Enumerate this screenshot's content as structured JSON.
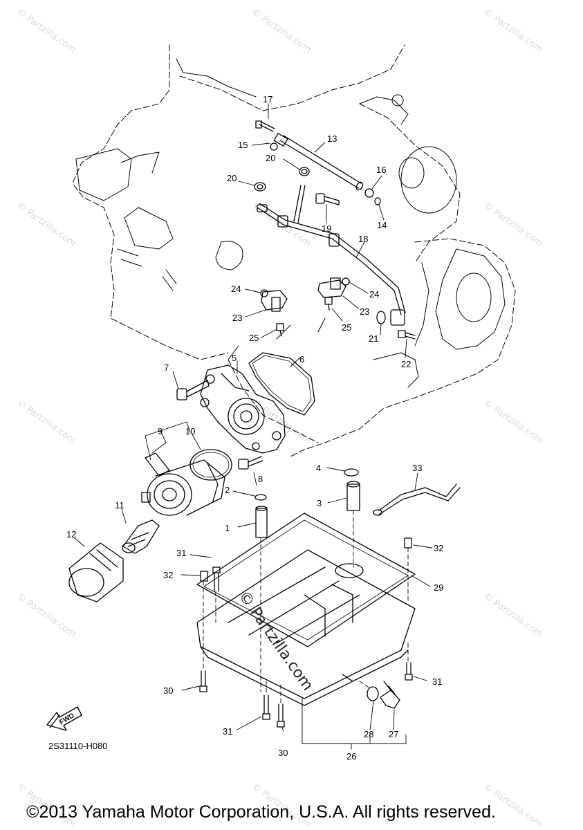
{
  "watermark": "© Partzilla.com",
  "center_watermark": "© Partzilla.com",
  "part_labels": {
    "p1": "1",
    "p2": "2",
    "p3": "3",
    "p4": "4",
    "p5": "5",
    "p6": "6",
    "p7": "7",
    "p8": "8",
    "p9": "9",
    "p10": "10",
    "p11": "11",
    "p12": "12",
    "p13": "13",
    "p14": "14",
    "p15": "15",
    "p16": "16",
    "p17": "17",
    "p18": "18",
    "p19": "19",
    "p20a": "20",
    "p20b": "20",
    "p21": "21",
    "p22": "22",
    "p23a": "23",
    "p23b": "23",
    "p24a": "24",
    "p24b": "24",
    "p25a": "25",
    "p25b": "25",
    "p26": "26",
    "p27": "27",
    "p28": "28",
    "p29": "29",
    "p30a": "30",
    "p30b": "30",
    "p31a": "31",
    "p31b": "31",
    "p31c": "31",
    "p32a": "32",
    "p32b": "32",
    "p33": "33"
  },
  "fwd_label": "FWD",
  "diagram_code": "2S31110-H080",
  "copyright": "©2013 Yamaha Motor Corporation, U.S.A. All rights reserved."
}
